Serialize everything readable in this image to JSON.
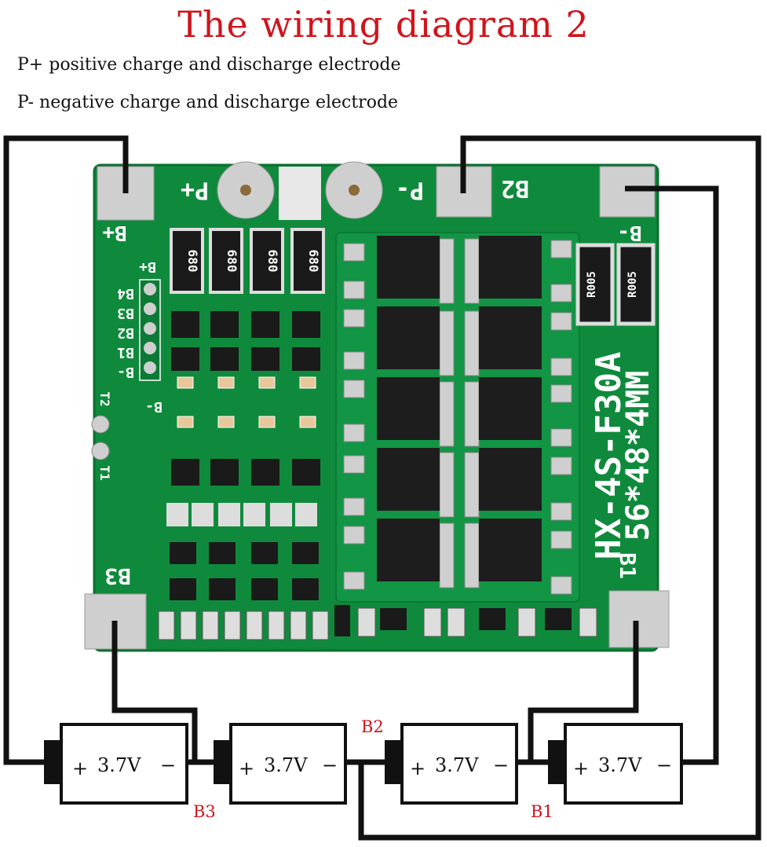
{
  "title": "The wiring diagram 2",
  "legend": {
    "p_plus": "P+ positive charge and discharge electrode",
    "p_minus": "P- negative charge and discharge electrode"
  },
  "board": {
    "pads": {
      "bplus": "B+",
      "pplus": "P+",
      "pminus": "P-",
      "b2": "B2",
      "bminus": "B-",
      "b3": "B3",
      "b1": "B1"
    },
    "model": "HX-4S-F30A",
    "size": "56*48*4MM",
    "header_pins": [
      "B4",
      "B3",
      "B2",
      "B1",
      "B-"
    ],
    "bplus_small": "B+",
    "bminus_small": "B-",
    "t2": "T2",
    "t1": "T1",
    "resistor_code": "680",
    "shunt_code": "R005"
  },
  "batteries": [
    {
      "label": "3.7V"
    },
    {
      "label": "3.7V"
    },
    {
      "label": "3.7V"
    },
    {
      "label": "3.7V"
    }
  ],
  "node_labels": {
    "b3": "B3",
    "b2": "B2",
    "b1": "B1"
  },
  "colors": {
    "pcb": "#0f8a3c",
    "title": "#d0141c",
    "wire": "#111111",
    "pad": "#c9c9c9"
  }
}
